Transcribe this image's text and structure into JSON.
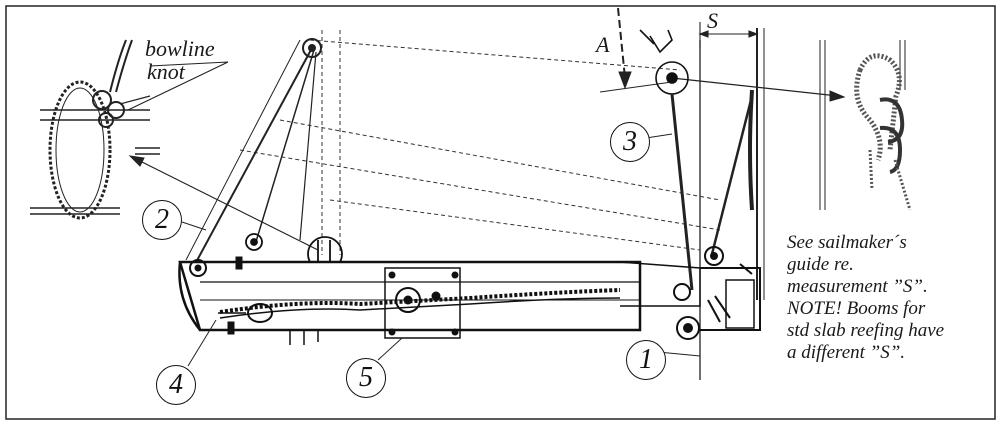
{
  "labels": {
    "bowline_line1": "bowline",
    "bowline_line2": "knot",
    "arrow_a": "A",
    "measure_s": "S"
  },
  "callouts": [
    "1",
    "2",
    "3",
    "4",
    "5"
  ],
  "note": {
    "lines": [
      "See sailmaker´s",
      "guide re.",
      "measurement ”S”.",
      "NOTE! Booms for",
      "std slab reefing have",
      "a different ”S”."
    ]
  },
  "colors": {
    "ink": "#111111",
    "background": "#ffffff",
    "frame": "#222222"
  },
  "icons": [
    "bowline-knot-icon",
    "reefing-knot-icon",
    "sheave-icon",
    "shackle-icon"
  ]
}
